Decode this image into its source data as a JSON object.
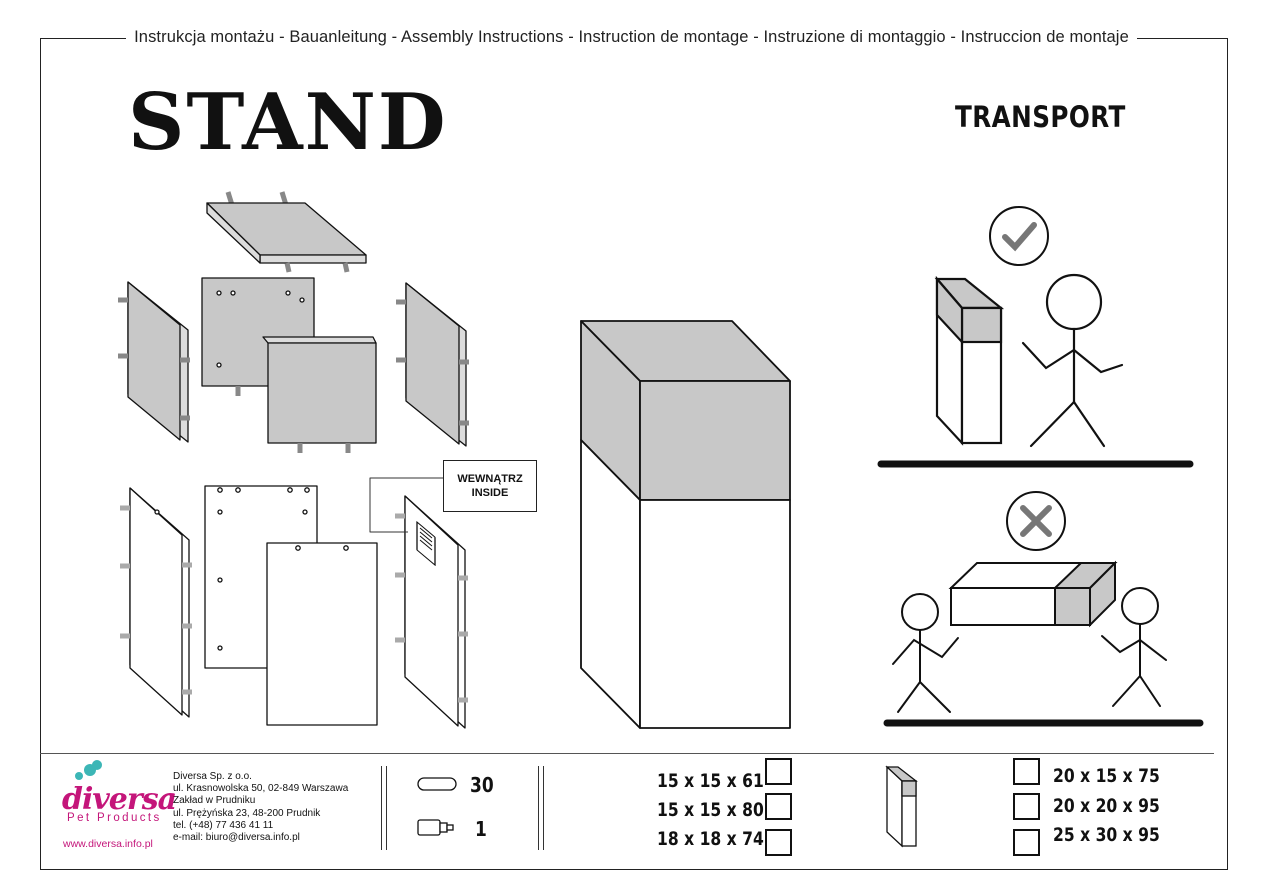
{
  "header": {
    "text": "Instrukcja montażu - Bauanleitung - Assembly Instructions - Instruction de montage -  Instruzione di montaggio - Instruccion de montaje"
  },
  "product": {
    "title": "STAND"
  },
  "transport": {
    "title": "TRANSPORT",
    "correct_icon": "checkmark-circle-icon",
    "wrong_icon": "x-circle-icon"
  },
  "note": {
    "line1": "WEWNĄTRZ",
    "line2": "INSIDE"
  },
  "company": {
    "logo_name": "diversa",
    "logo_tagline": "Pet Products",
    "website": "www.diversa.info.pl",
    "lines": [
      "Diversa Sp. z o.o.",
      "ul. Krasnowolska 50, 02-849 Warszawa",
      "Zakład w Prudniku",
      "ul. Prężyńska 23, 48-200 Prudnik",
      "tel. (+48) 77 436 41 11",
      "e-mail: biuro@diversa.info.pl"
    ]
  },
  "parts": [
    {
      "icon": "dowel-icon",
      "count": "30"
    },
    {
      "icon": "glue-bottle-icon",
      "count": "1"
    }
  ],
  "sizes_left": [
    "15 x 15 x 61",
    "15 x 15 x 80",
    "18 x 18 x 74"
  ],
  "sizes_right": [
    "20 x 15 x 75",
    "20 x 20 x 95",
    "25 x 30 x 95"
  ],
  "colors": {
    "brand": "#c4157a",
    "panel_gray": "#c8c8c8",
    "line": "#111111"
  }
}
